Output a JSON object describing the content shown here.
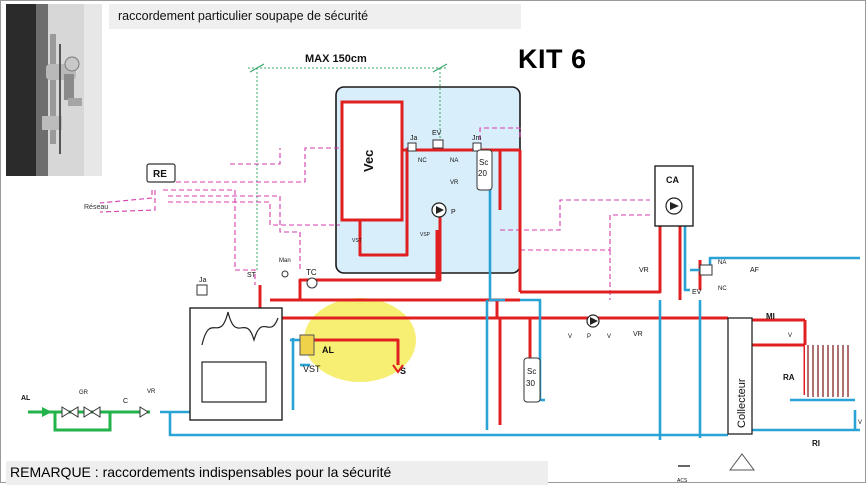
{
  "header": {
    "banner": "raccordement particulier soupape de sécurité",
    "kit_title": "KIT 6"
  },
  "footer": {
    "remark": "REMARQUE : raccordements indispensables pour la sécurité"
  },
  "labels": {
    "max": "MAX 150cm",
    "re": "RE",
    "reseau": "Réseau",
    "vec": "Vec",
    "ja_top": "Ja",
    "ev_top": "EV",
    "jm": "Jm",
    "nc_top": "NC",
    "na_top": "NA",
    "vr_top": "VR",
    "p_top": "P",
    "sc20": "Sc\n20",
    "vst_small": "VST",
    "vsp": "VSP",
    "ca": "CA",
    "na_right": "NA",
    "nc_right": "NC",
    "ev_right": "EV",
    "af": "AF",
    "vr_mid": "VR",
    "ja_boiler": "Ja",
    "st": "ST",
    "man": "Man",
    "tc": "TC",
    "vst": "VST",
    "al_vst": "AL",
    "s": "S",
    "v_left": "V",
    "p_mid": "P",
    "v_right": "V",
    "vr_pump": "VR",
    "sc30": "Sc\n30",
    "collecteur": "Collecteur",
    "mi": "MI",
    "v_mi": "V",
    "ra": "RA",
    "ri": "RI",
    "v_ri": "V",
    "acs": "ACS",
    "al_in": "AL",
    "gr": "GR",
    "c": "C",
    "vr_in": "VR"
  },
  "colors": {
    "red_pipe": "#e02020",
    "blue_pipe": "#29a3d6",
    "green_pipe": "#22b34a",
    "magenta_dash": "#d63caf",
    "green_dot": "#3aa86a",
    "panel_fill": "#d8eefa",
    "highlight": "#f6ec5a"
  }
}
